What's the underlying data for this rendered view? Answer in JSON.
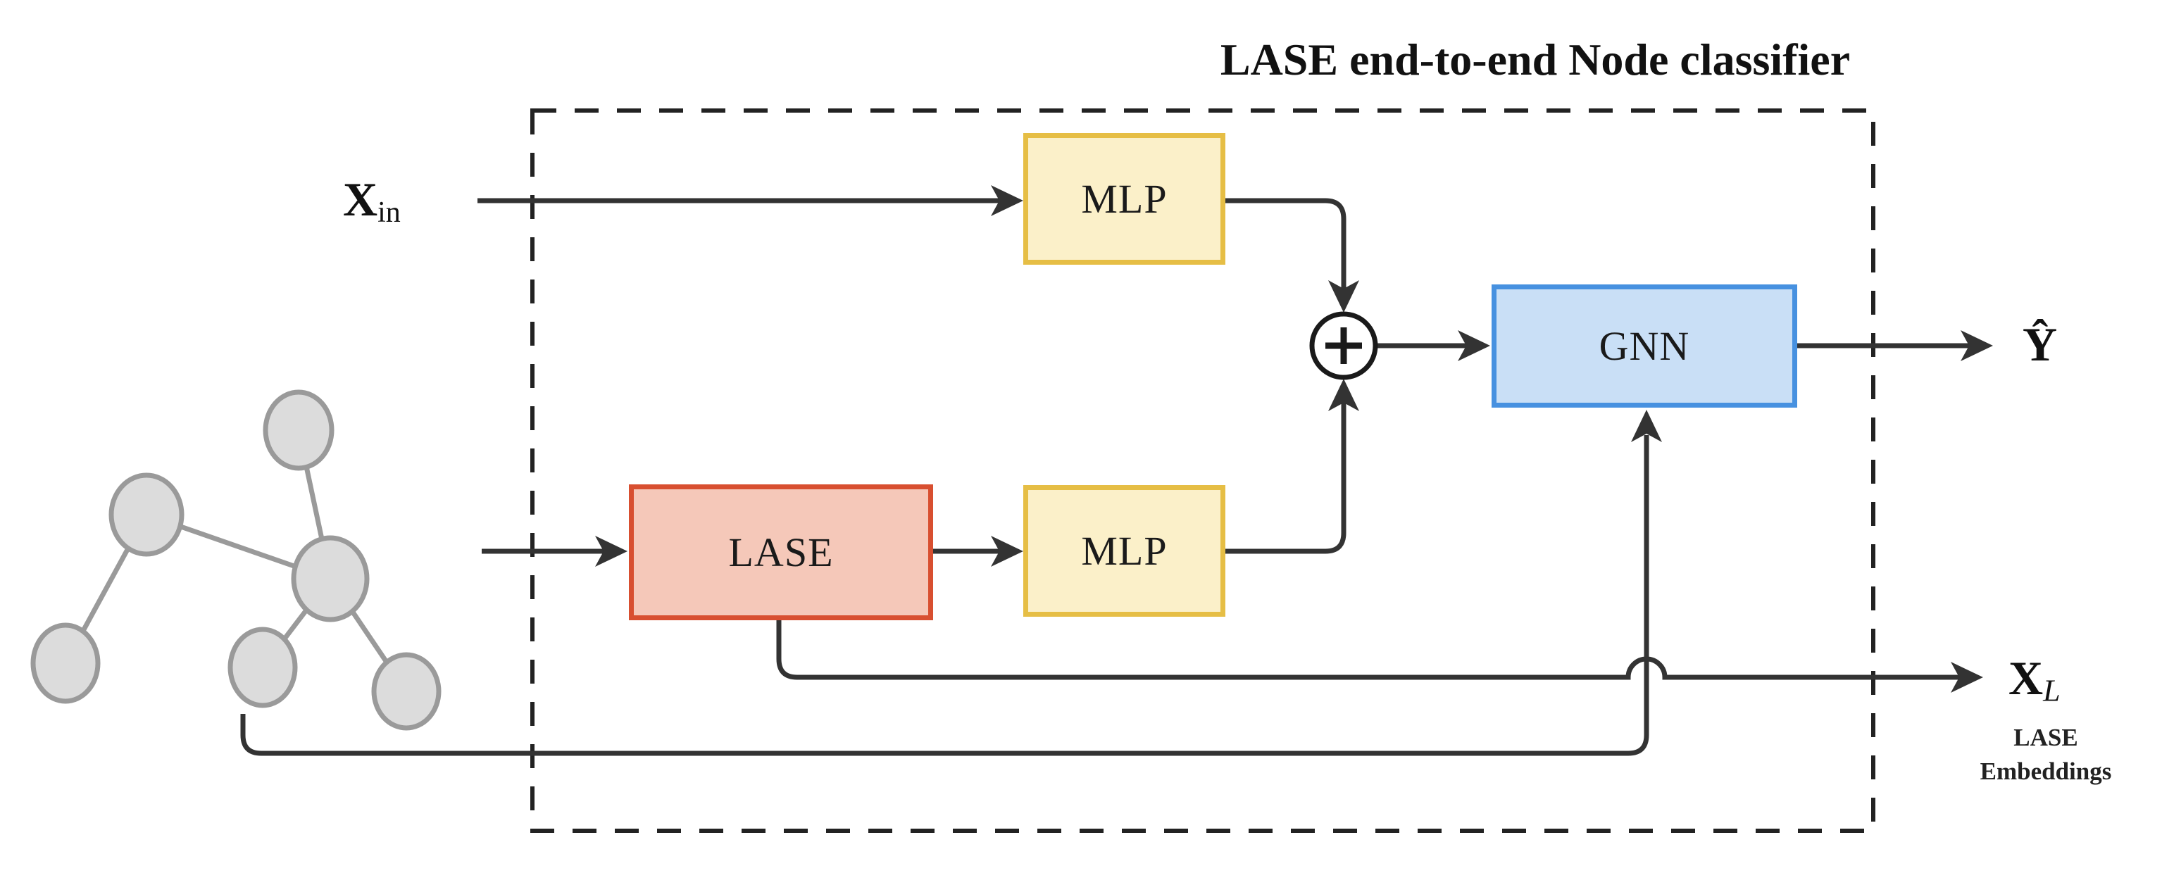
{
  "diagram": {
    "title": "LASE end-to-end Node classifier",
    "boxes": {
      "mlp_top": "MLP",
      "lase": "LASE",
      "mlp_bottom": "MLP",
      "gnn": "GNN"
    },
    "io": {
      "x_in": {
        "base": "X",
        "sub": "in"
      },
      "y_hat": "Ŷ",
      "x_l": {
        "base": "X",
        "sub": "L"
      },
      "x_l_caption_line1": "LASE",
      "x_l_caption_line2": "Embeddings"
    },
    "operator": {
      "plus": "+"
    },
    "colors": {
      "line": "#333333",
      "dashed_border": "#222222",
      "mlp_border": "#E6BE45",
      "mlp_fill": "#FBF0C9",
      "lase_border": "#D84F30",
      "lase_fill": "#F5C8B9",
      "gnn_border": "#4791E0",
      "gnn_fill": "#C9DFF6",
      "graph_node_fill": "#DCDCDC",
      "graph_node_stroke": "#9A9A9A"
    }
  }
}
